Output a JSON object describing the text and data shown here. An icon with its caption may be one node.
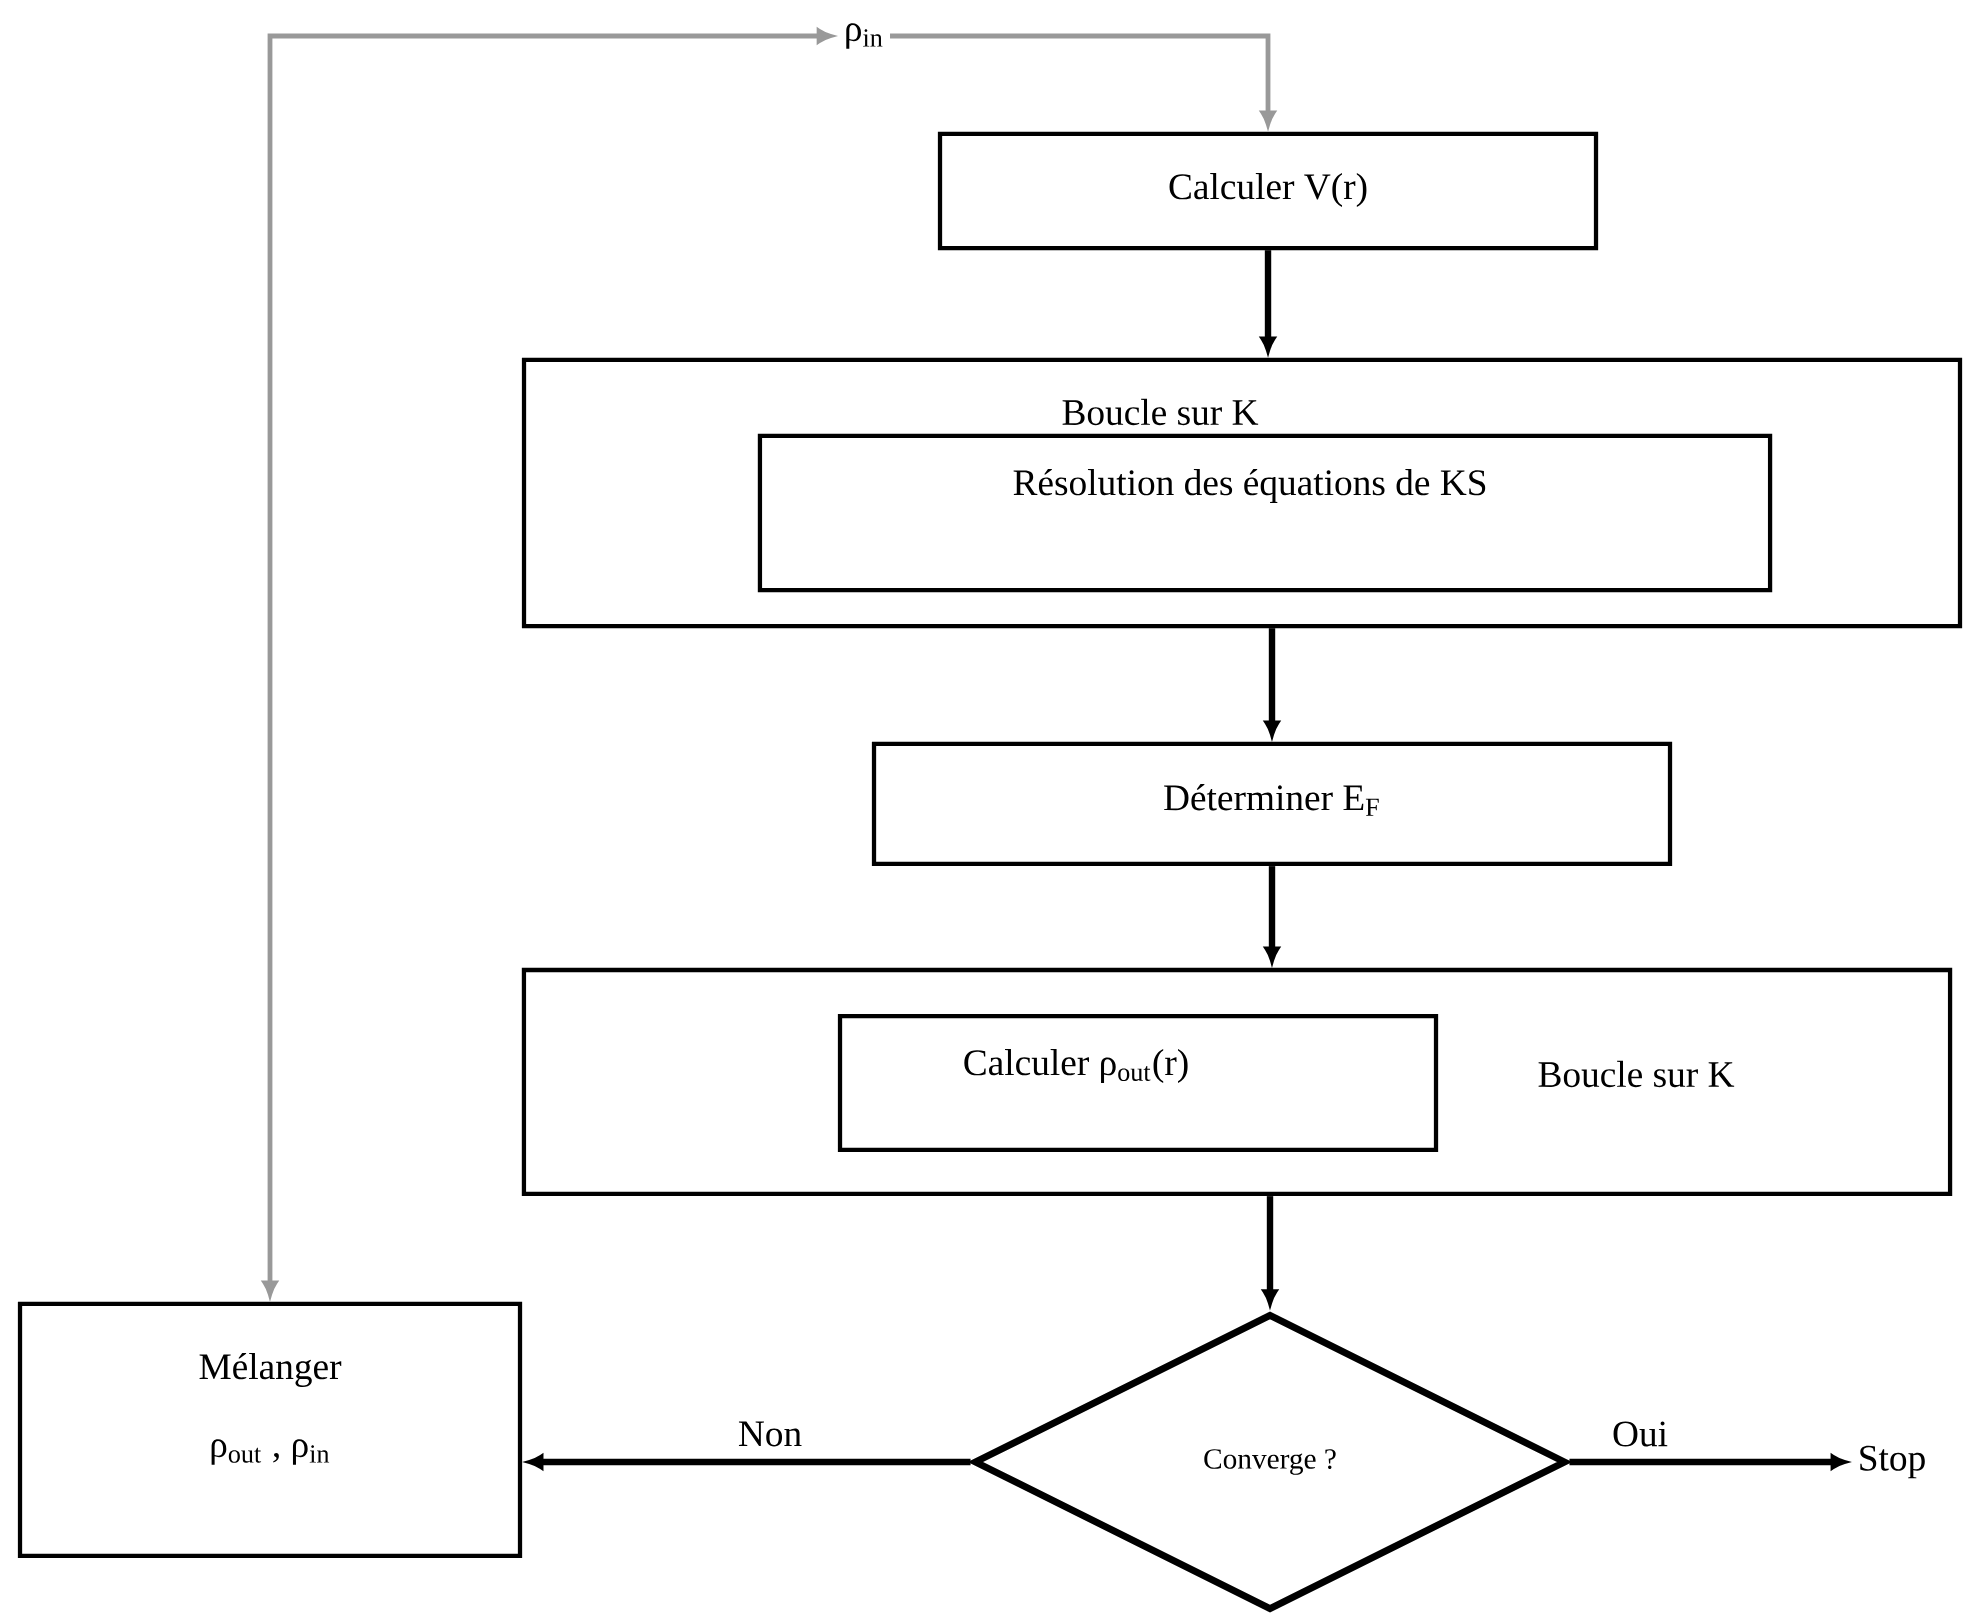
{
  "diagram": {
    "nodes": [
      {
        "text": [
          "ρ$_{in}$"
        ]
      },
      {
        "text": [
          "Calculer  V(r)"
        ]
      },
      {
        "text": [
          "Boucle sur K"
        ]
      },
      {
        "text": [
          "Résolution des équations de KS"
        ],
        "in": 2
      },
      {
        "text": [
          "Déterminer E$_{F}$"
        ]
      },
      {
        "text": [
          "Boucle sur K"
        ]
      },
      {
        "text": [
          "Calculer ρ$_{out}$(r)"
        ],
        "in": 5
      },
      {
        "text": [
          "Converge ?"
        ]
      },
      {
        "text": [
          "Mélanger",
          "ρ$_{out}$ , ρ$_{in}$"
        ]
      },
      {
        "text": [
          "Stop"
        ]
      }
    ],
    "edges": [
      {
        "from": 8,
        "to": 0,
        "arrow": "both",
        "color": "#999999"
      },
      {
        "from": 0,
        "to": 1,
        "arrow": "to",
        "color": "#999999"
      },
      {
        "from": 1,
        "to": 2,
        "arrow": "to"
      },
      {
        "from": 2,
        "to": 4,
        "arrow": "to"
      },
      {
        "from": 4,
        "to": 5,
        "arrow": "to"
      },
      {
        "from": 5,
        "to": 7,
        "arrow": "to"
      },
      {
        "from": 7,
        "to": 8,
        "arrow": "to",
        "label": "Non"
      },
      {
        "from": 7,
        "to": 9,
        "arrow": "to",
        "label": "Oui"
      }
    ]
  }
}
